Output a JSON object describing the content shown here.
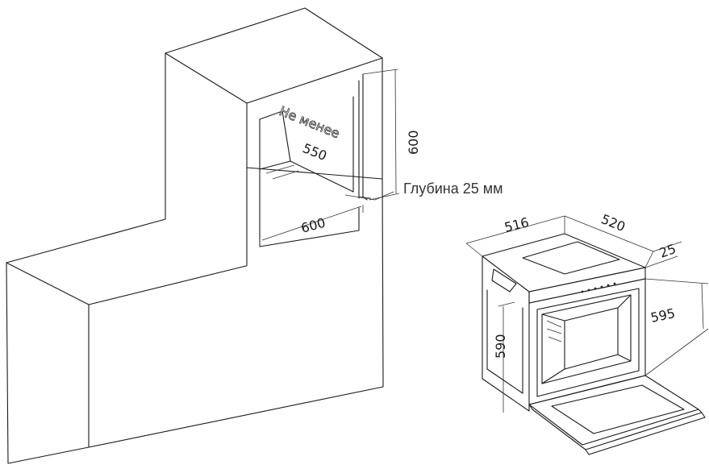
{
  "niche": {
    "min_label": "Не менее",
    "depth_label": "550",
    "height_label": "600",
    "width_label": "600",
    "gap_label": "Глубина 25 мм"
  },
  "oven": {
    "width_label": "516",
    "depth_label": "520",
    "panel_label": "25",
    "height_label": "595",
    "inner_height_label": "590"
  },
  "colors": {
    "line": "#1a1a1a",
    "background": "#ffffff"
  }
}
